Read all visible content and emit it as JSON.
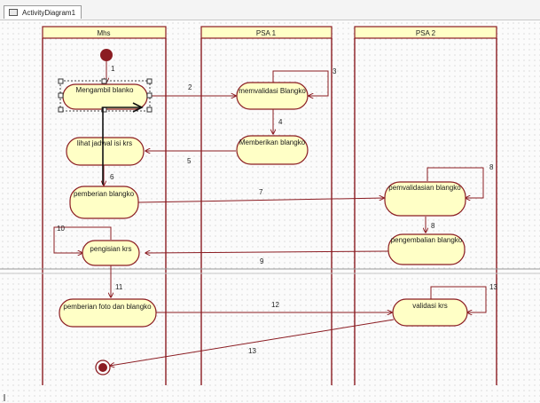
{
  "tab": {
    "label": "ActivityDiagram1"
  },
  "lanes": [
    {
      "name": "Mhs"
    },
    {
      "name": "PSA 1"
    },
    {
      "name": "PSA 2"
    }
  ],
  "activities": {
    "mengambil": "Mengambil blanko",
    "memvalidasi": "memvalidasi Blangko",
    "memberikan": "Memberikan blangko",
    "lihat": "lihat jadwal isi krs",
    "pemberian": "pemberian blangko",
    "pemvalidasian": "pemvalidasian blangko",
    "pengembalian": "pengembalian blangko",
    "pengisian": "pengisian krs",
    "foto": "pemberian foto dan blangko",
    "validasi": "validasi krs"
  },
  "flows": {
    "f1": "1",
    "f2": "2",
    "f3": "3",
    "f4": "4",
    "f5": "5",
    "f6": "6",
    "f7": "7",
    "f8": "8",
    "f8b": "8",
    "f9": "9",
    "f10": "10",
    "f11": "11",
    "f12": "12",
    "f13": "13",
    "f13b": "13"
  }
}
